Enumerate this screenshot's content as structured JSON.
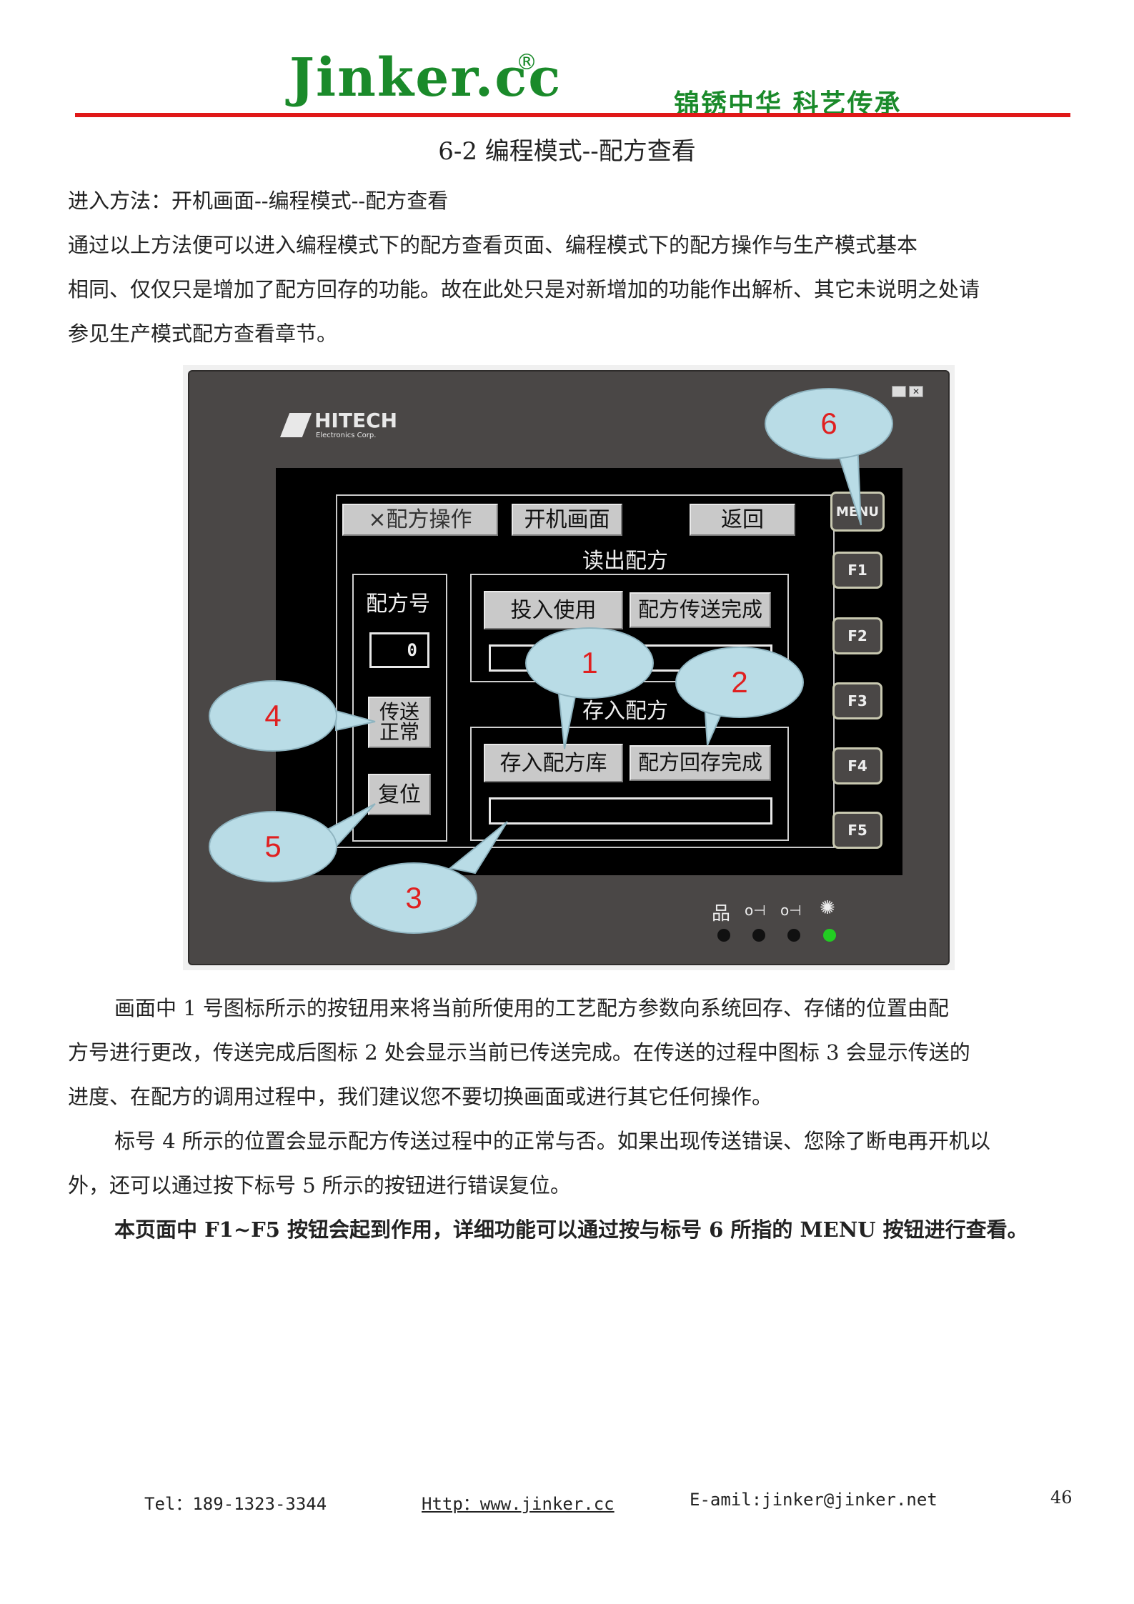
{
  "header": {
    "logo": "Jinker.cc",
    "registered": "®",
    "slogan": "锦锈中华 科艺传承"
  },
  "title": "6-2 编程模式--配方查看",
  "entry": "进入方法：开机画面--编程模式--配方查看",
  "intro_lines": [
    "  通过以上方法便可以进入编程模式下的配方查看页面、编程模式下的配方操作与生产模式基本",
    "相同、仅仅只是增加了配方回存的功能。故在此处只是对新增加的功能作出解析、其它未说明之处请",
    "参见生产模式配方查看章节。"
  ],
  "device": {
    "brand": "HITECH",
    "brand_sub": "Electronics Corp.",
    "screen": {
      "btn_recipe_op": "×配方操作",
      "btn_boot": "开机画面",
      "btn_back": "返回",
      "read_title": "读出配方",
      "recipe_no_label": "配方号",
      "recipe_no_value": "0",
      "btn_use": "投入使用",
      "read_done": "配方传送完成",
      "save_title": "存入配方",
      "status_line1": "传送",
      "status_line2": "正常",
      "btn_save": "存入配方库",
      "save_done": "配方回存完成",
      "btn_reset": "复位"
    },
    "keys": [
      "MENU",
      "F1",
      "F2",
      "F3",
      "F4",
      "F5"
    ],
    "callouts": [
      "1",
      "2",
      "3",
      "4",
      "5",
      "6"
    ],
    "led_status": [
      "off",
      "off",
      "off",
      "on"
    ],
    "accent_green": "#1a8a2a",
    "led_on_color": "#22cc22"
  },
  "desc_lines": [
    "画面中  1  号图标所示的按钮用来将当前所使用的工艺配方参数向系统回存、存储的位置由配",
    "方号进行更改，传送完成后图标 2 处会显示当前已传送完成。在传送的过程中图标 3 会显示传送的",
    "进度、在配方的调用过程中，我们建议您不要切换画面或进行其它任何操作。",
    "标号 4 所示的位置会显示配方传送过程中的正常与否。如果出现传送错误、您除了断电再开机以",
    "外，还可以通过按下标号 5 所示的按钮进行错误复位。"
  ],
  "bold_note": "本页面中 F1~F5 按钮会起到作用，详细功能可以通过按与标号 6 所指的 MENU 按钮进行查看。",
  "footer": {
    "tel": "Tel：189-1323-3344",
    "http": "Http：www.jinker.cc",
    "email": "E-amil:jinker@jinker.net",
    "page": "46"
  }
}
